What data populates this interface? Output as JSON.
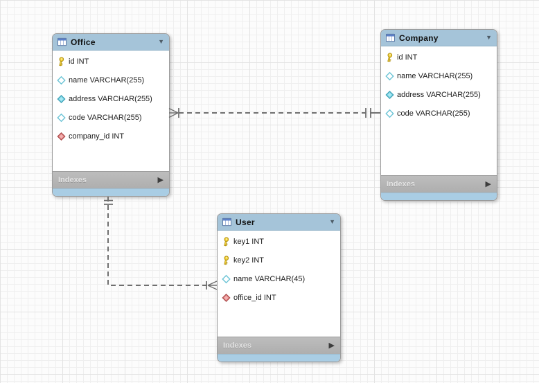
{
  "diagram": {
    "type": "eer-diagram",
    "tool": "MySQL Workbench style EER canvas",
    "tables": [
      {
        "name": "Office",
        "footer_label": "Indexes",
        "columns": [
          {
            "icon": "primary-key-icon",
            "text": "id INT"
          },
          {
            "icon": "nullable-column-icon",
            "text": "name VARCHAR(255)"
          },
          {
            "icon": "notnull-column-icon",
            "text": "address VARCHAR(255)"
          },
          {
            "icon": "nullable-column-icon",
            "text": "code VARCHAR(255)"
          },
          {
            "icon": "foreign-key-icon",
            "text": "company_id INT"
          }
        ]
      },
      {
        "name": "Company",
        "footer_label": "Indexes",
        "columns": [
          {
            "icon": "primary-key-icon",
            "text": "id INT"
          },
          {
            "icon": "nullable-column-icon",
            "text": "name VARCHAR(255)"
          },
          {
            "icon": "notnull-column-icon",
            "text": "address VARCHAR(255)"
          },
          {
            "icon": "nullable-column-icon",
            "text": "code VARCHAR(255)"
          }
        ]
      },
      {
        "name": "User",
        "footer_label": "Indexes",
        "columns": [
          {
            "icon": "primary-key-icon",
            "text": "key1 INT"
          },
          {
            "icon": "primary-key-icon",
            "text": "key2 INT"
          },
          {
            "icon": "nullable-column-icon",
            "text": "name VARCHAR(45)"
          },
          {
            "icon": "foreign-key-icon",
            "text": "office_id INT"
          }
        ]
      }
    ],
    "relationships": [
      {
        "from_table": "Office",
        "to_table": "Company",
        "from_cardinality": "many",
        "to_cardinality": "exactly-one",
        "line_style": "dashed"
      },
      {
        "from_table": "Office",
        "to_table": "User",
        "from_cardinality": "exactly-one",
        "to_cardinality": "many",
        "line_style": "dashed"
      }
    ],
    "icons": {
      "collapse_arrow": "▼",
      "expand_arrow": "▶"
    },
    "colors": {
      "table_header_blue": "#a5c4d9",
      "table_bottom_blue": "#a9cde4",
      "indexes_bar_gray": "#b4b4b4",
      "primary_key_yellow": "#f0cf36",
      "notnull_diamond_cyan": "#7dd7e8",
      "foreign_key_red": "#e98c8c",
      "connector_gray": "#6f6f6f",
      "grid_line": "#efefef"
    }
  }
}
